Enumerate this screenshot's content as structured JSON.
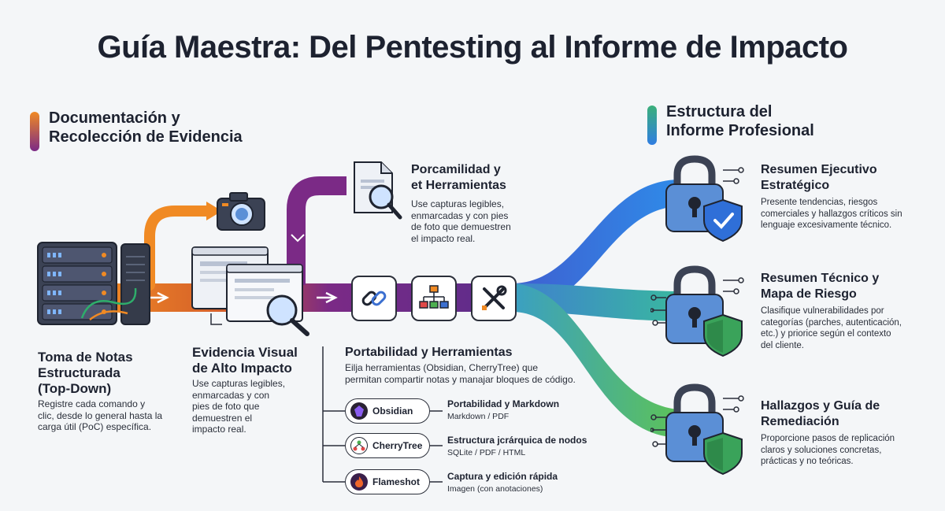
{
  "title": "Guía Maestra: Del Pentesting al Informe de Impacto",
  "left_section": {
    "title_lines": [
      "Documentación y",
      "Recolección de Evidencia"
    ]
  },
  "right_section": {
    "title_lines": [
      "Estructura del",
      "Informe Profesional"
    ]
  },
  "notes": {
    "title_lines": [
      "Toma de Notas",
      "Estructurada",
      "(Top-Down)"
    ],
    "desc_lines": [
      "Registre cada comando y",
      "clic, desde lo general hasta la",
      "carga útil (PoC) específica."
    ]
  },
  "visual": {
    "title_lines": [
      "Evidencia Visual",
      "de Alto Impacto"
    ],
    "desc_lines": [
      "Use capturas legibles,",
      "enmarcadas y con",
      "pies de foto que",
      "demuestren el",
      "impacto real."
    ]
  },
  "top_mid": {
    "title_lines": [
      "Porcamilidad y",
      "et Herramientas"
    ],
    "desc_lines": [
      "Use capturas legibles,",
      "enmarcadas y con pies",
      "de foto que demuestren",
      "el impacto real."
    ]
  },
  "portability": {
    "title": "Portabilidad y Herramientas",
    "desc_lines": [
      "Eilja herramientas (Obsidian, CherryTree) que",
      "permitan compartir notas y manajar bloques de código."
    ]
  },
  "tools": [
    {
      "name": "Obsidian",
      "feature": "Portabilidad y Markdown",
      "formats": "Markdown / PDF"
    },
    {
      "name": "CherryTree",
      "feature": "Estructura jcrárquica de nodos",
      "formats": "SQLite / PDF / HTML"
    },
    {
      "name": "Flameshot",
      "feature": "Captura y edición rápida",
      "formats": "Imagen (con anotaciones)"
    }
  ],
  "report": [
    {
      "title_lines": [
        "Resumen Ejecutivo",
        "Estratégico"
      ],
      "desc_lines": [
        "Presente tendencias, riesgos",
        "comerciales y hallazgos críticos sin",
        "lenguaje excesivamente técnico."
      ]
    },
    {
      "title_lines": [
        "Resumen Técnico y",
        "Mapa de Riesgo"
      ],
      "desc_lines": [
        "Clasifique vulnerabilidades por",
        "categorías (parches, autenticación,",
        "etc.) y priorice según el contexto",
        "del cliente."
      ]
    },
    {
      "title_lines": [
        "Hallazgos y Guía de",
        "Remediación"
      ],
      "desc_lines": [
        "Proporcione pasos de replicación",
        "claros y soluciones concretas,",
        "prácticas y no teóricas."
      ]
    }
  ],
  "colors": {
    "orange": "#f08a24",
    "purple": "#7b2a86",
    "blue": "#2f7de1",
    "teal": "#3bb0a8",
    "green": "#53b85a",
    "lock_blue": "#5b8fd6",
    "shield_blue": "#2f6fd8",
    "shield_green": "#3aa35a"
  }
}
